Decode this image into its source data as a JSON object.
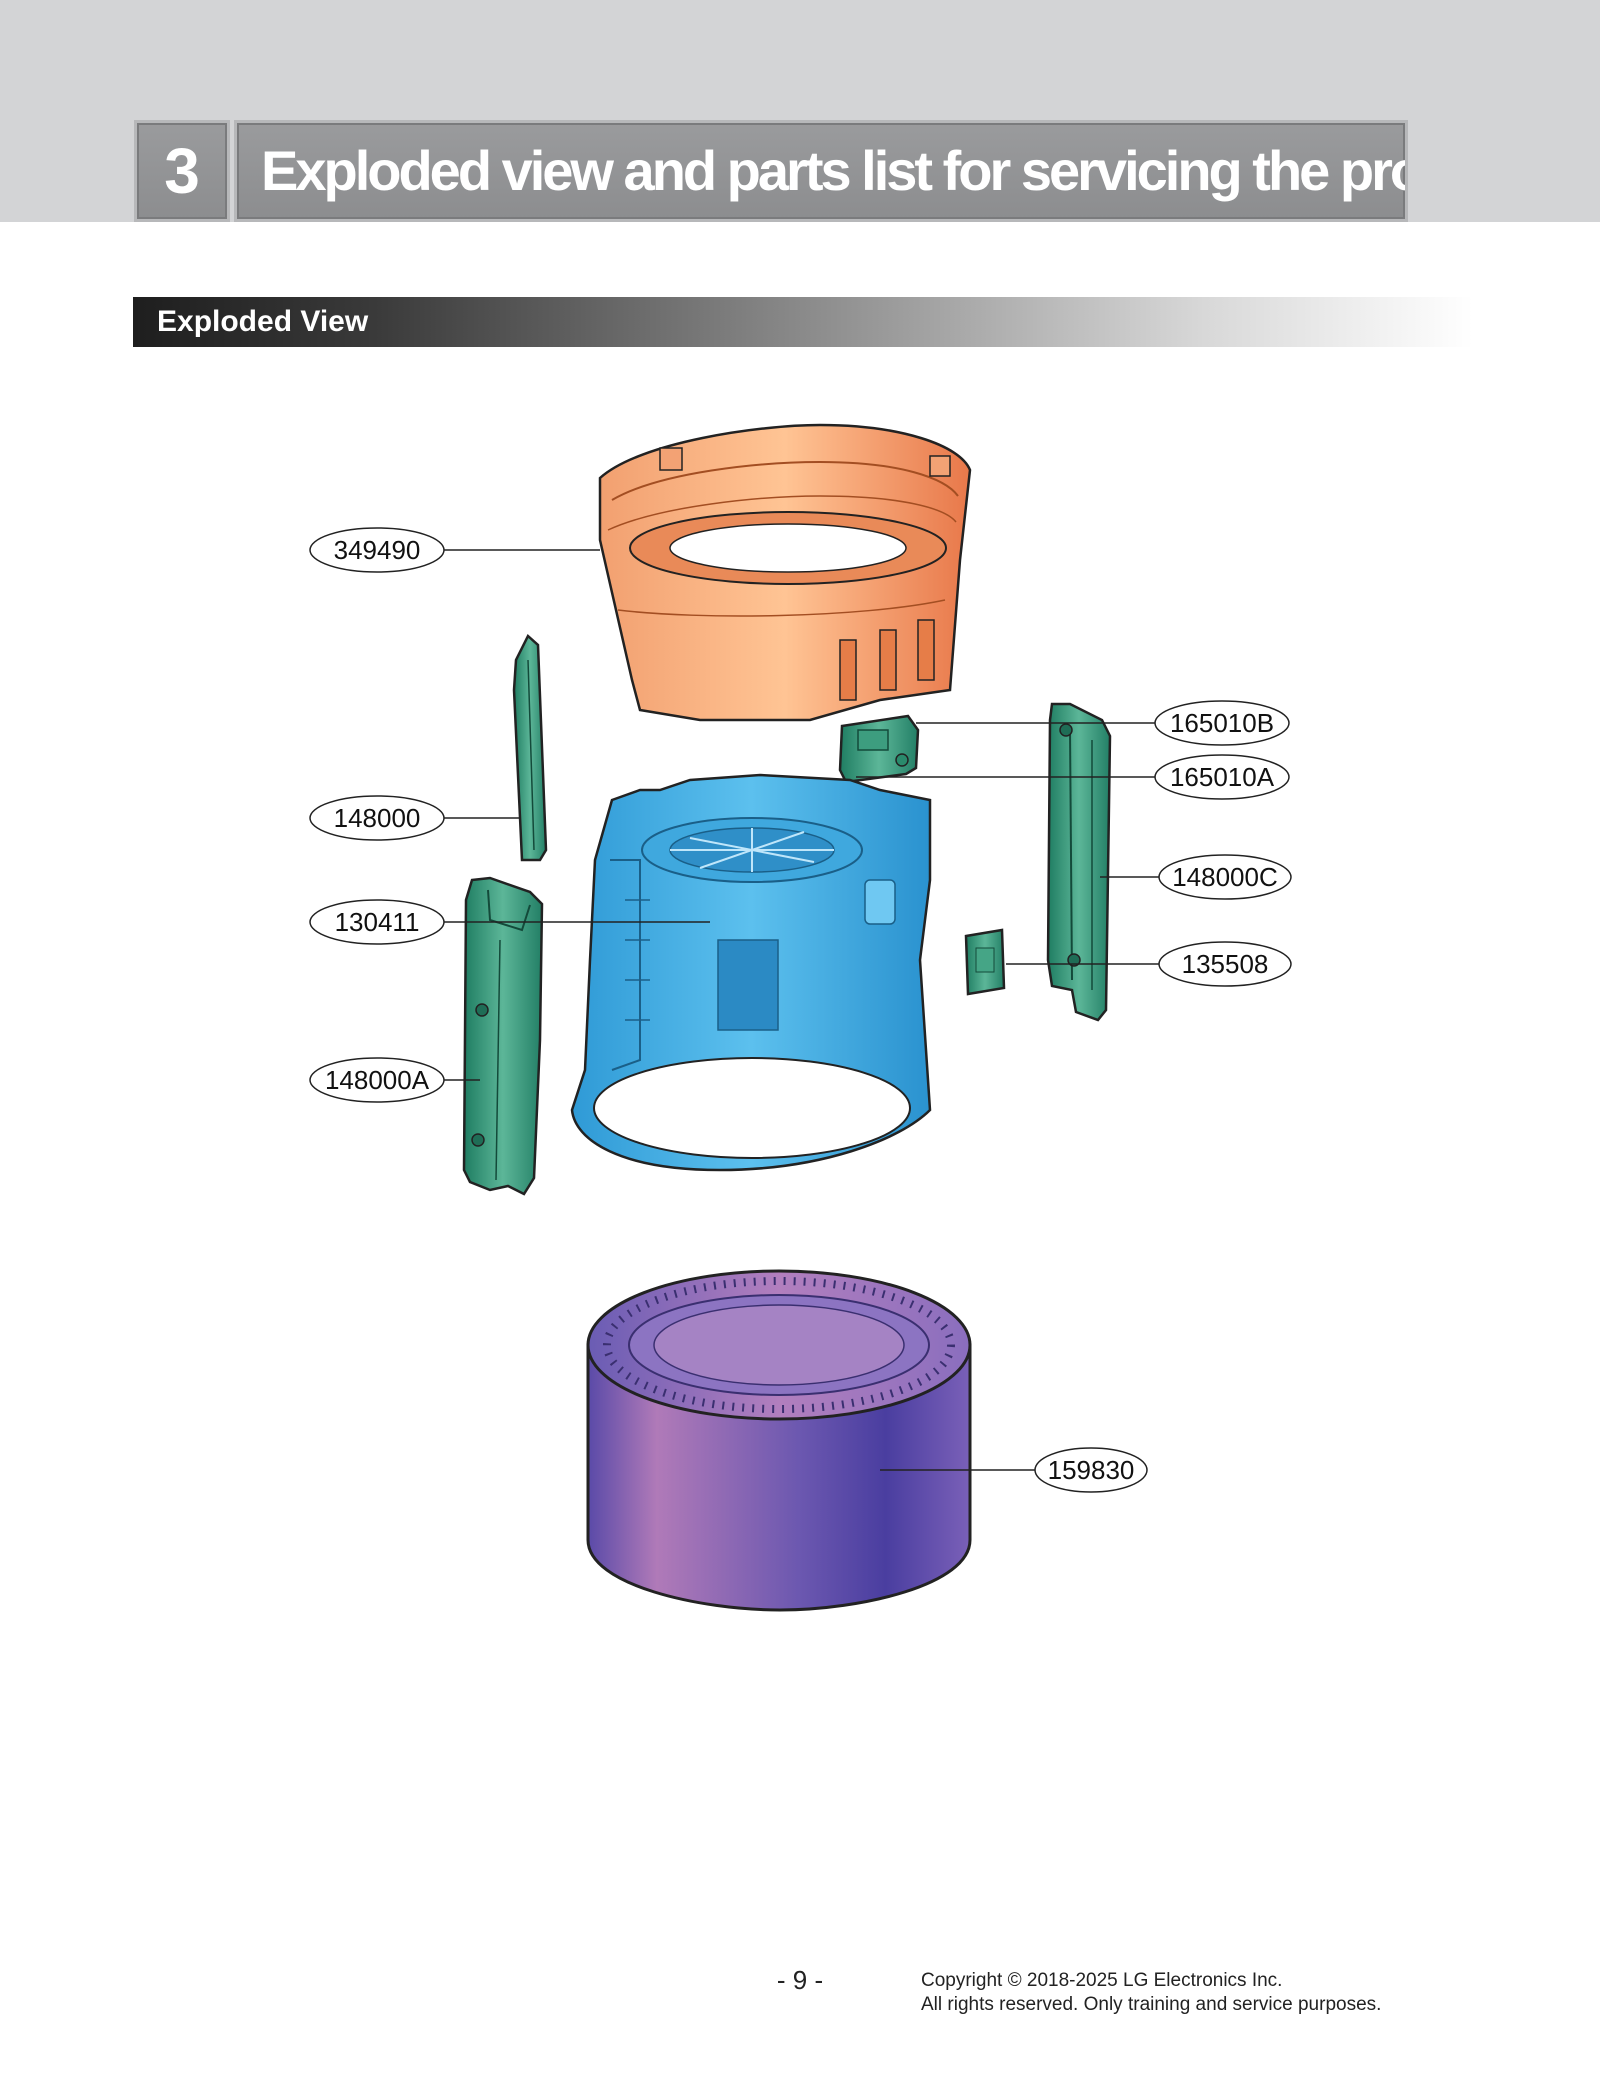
{
  "header": {
    "section_number": "3",
    "section_title": "Exploded view and parts list for servicing the product"
  },
  "subheader": {
    "title": "Exploded View"
  },
  "callouts": [
    {
      "id": "349490",
      "label": "349490",
      "part": "top-cover",
      "color": "#f08a50"
    },
    {
      "id": "148000",
      "label": "148000",
      "part": "left-rail",
      "color": "#2e9a7a"
    },
    {
      "id": "130411",
      "label": "130411",
      "part": "frame",
      "color": "#3aa6de"
    },
    {
      "id": "148000A",
      "label": "148000A",
      "part": "left-panel",
      "color": "#2e9a7a"
    },
    {
      "id": "165010B",
      "label": "165010B",
      "part": "switch-board",
      "color": "#2e9a7a"
    },
    {
      "id": "165010A",
      "label": "165010A",
      "part": "switch-board",
      "color": "#2e9a7a"
    },
    {
      "id": "148000C",
      "label": "148000C",
      "part": "right-panel",
      "color": "#2e9a7a"
    },
    {
      "id": "135508",
      "label": "135508",
      "part": "small-board",
      "color": "#2e9a7a"
    },
    {
      "id": "159830",
      "label": "159830",
      "part": "filter-drum",
      "color": "#7a5ab0"
    }
  ],
  "footer": {
    "page_number": "- 9 -",
    "copyright_line1": "Copyright © 2018-2025 LG Electronics Inc.",
    "copyright_line2": "All rights reserved. Only training and service purposes."
  }
}
